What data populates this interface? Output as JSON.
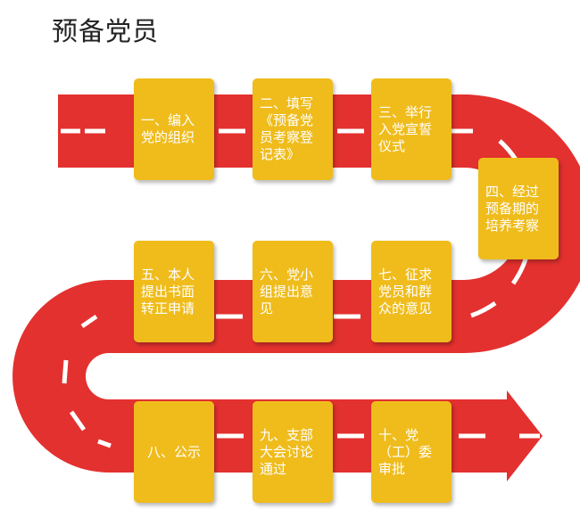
{
  "title": "预备党员",
  "colors": {
    "road": "#e3312f",
    "dash": "#ffffff",
    "box": "#efbc1c",
    "text": "#ffffff"
  },
  "steps": [
    {
      "label": "一、编入党的组织"
    },
    {
      "label": "二、填写《预备党员考察登记表》"
    },
    {
      "label": "三、举行入党宣誓仪式"
    },
    {
      "label": "四、经过预备期的培养考察"
    },
    {
      "label": "五、本人提出书面转正申请"
    },
    {
      "label": "六、党小组提出意见"
    },
    {
      "label": "七、征求党员和群众的意见"
    },
    {
      "label": "八、公示"
    },
    {
      "label": "九、支部大会讨论通过"
    },
    {
      "label": "十、党（工）委审批"
    }
  ]
}
